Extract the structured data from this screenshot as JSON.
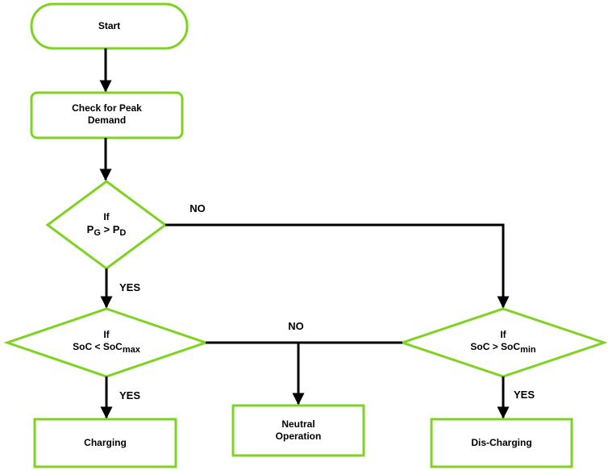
{
  "nodes": {
    "start": "Start",
    "check_line1": "Check for Peak",
    "check_line2": "Demand",
    "decision1": {
      "if": "If",
      "a": "P",
      "a_sub": "G",
      "op": " > ",
      "b": "P",
      "b_sub": "D"
    },
    "decision2": {
      "if": "If",
      "lhs": "SoC < SoC",
      "sub": "max"
    },
    "decision3": {
      "if": "If",
      "lhs": "SoC > SoC",
      "sub": "min"
    },
    "charging": "Charging",
    "neutral_line1": "Neutral",
    "neutral_line2": "Operation",
    "discharging": "Dis-Charging"
  },
  "edges": {
    "d1_no": "NO",
    "d1_yes": "YES",
    "d2_no": "NO",
    "d2_yes": "YES",
    "d3_yes": "YES"
  },
  "colors": {
    "shape_stroke": "#7ed321",
    "line": "#000000"
  }
}
